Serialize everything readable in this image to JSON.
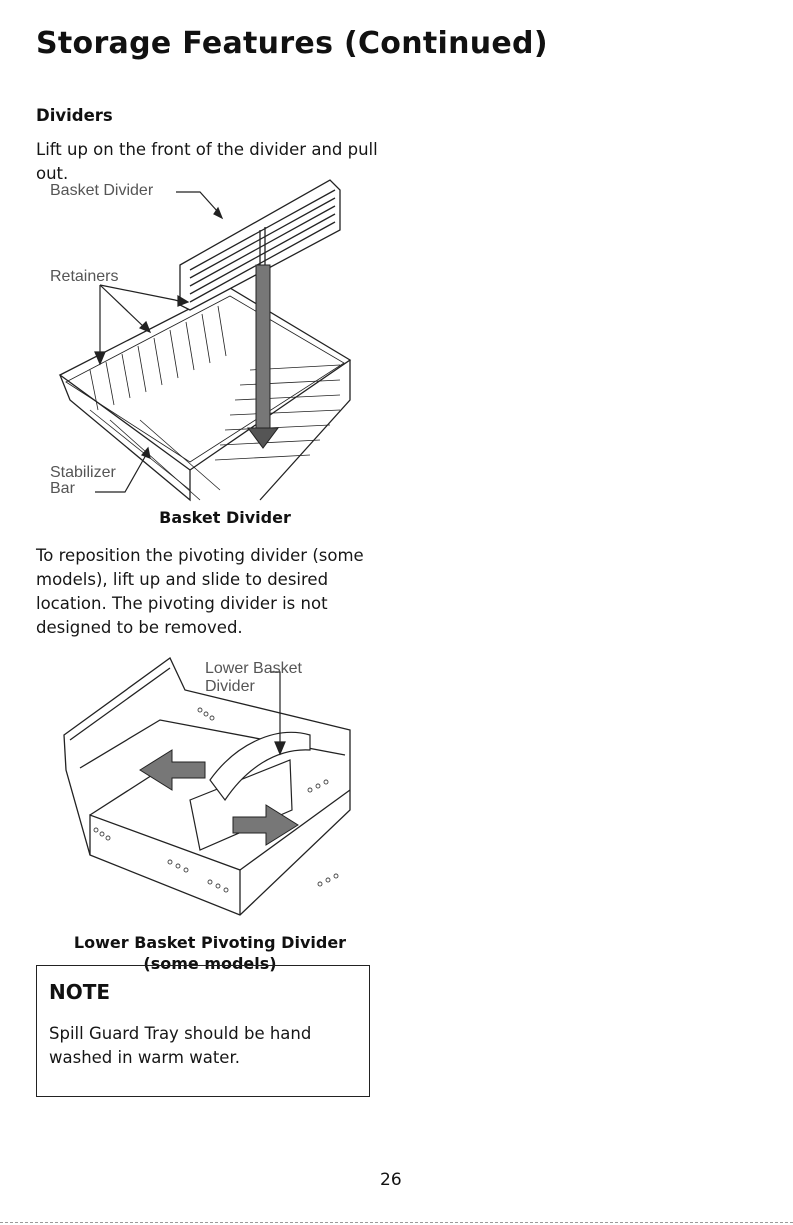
{
  "page": {
    "title": "Storage Features (Continued)",
    "number": "26"
  },
  "dividers": {
    "heading": "Dividers",
    "instruction": "Lift up on the front of the divider and pull out.",
    "figure1": {
      "labels": {
        "basket_divider": "Basket Divider",
        "retainers": "Retainers",
        "stabilizer": "Stabilizer",
        "bar": "Bar"
      },
      "caption": "Basket Divider"
    },
    "reposition_text": "To reposition the pivoting divider (some models), lift up and slide to desired location. The pivoting divider is not designed to be removed.",
    "figure2": {
      "labels": {
        "lower_basket": "Lower Basket",
        "divider": "Divider"
      },
      "caption_line1": "Lower Basket Pivoting Divider",
      "caption_line2": "(some models)"
    }
  },
  "note": {
    "title": "NOTE",
    "text": "Spill Guard Tray should be hand washed in warm water."
  }
}
